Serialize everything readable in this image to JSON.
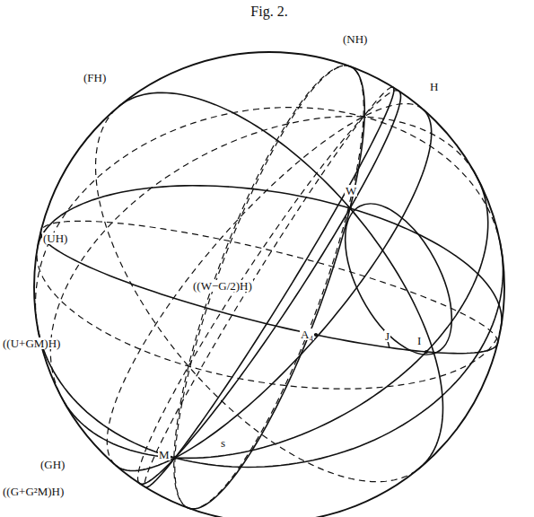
{
  "diagram": {
    "title": "Fig. 2.",
    "labels": [
      "(NH)",
      "H",
      "(FH)",
      "W",
      "(UH)",
      "((W−G/2)H)",
      "((U+GM)H)",
      "A₄",
      "J",
      "I",
      "(GH)",
      "M",
      "((G+G²M)H)",
      "s"
    ]
  }
}
